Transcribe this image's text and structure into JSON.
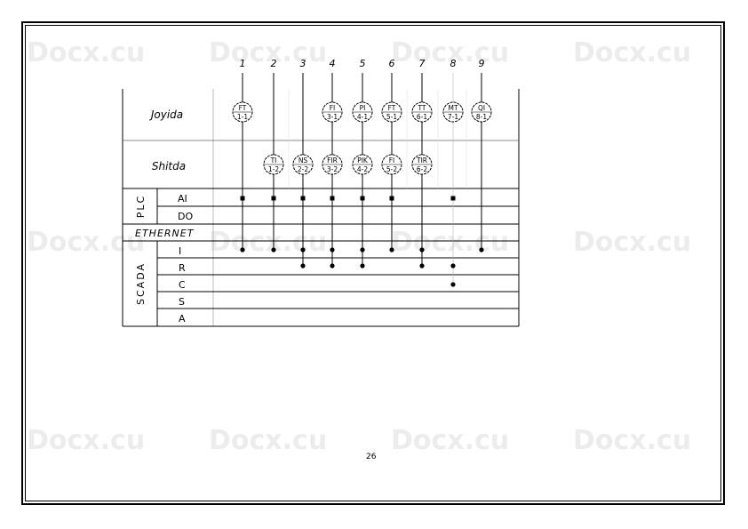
{
  "columns": [
    "1",
    "2",
    "3",
    "4",
    "5",
    "6",
    "7",
    "8",
    "9"
  ],
  "rows": {
    "joyida": "Joyida",
    "shitda": "Shitda",
    "plc": "PLC",
    "plc_rows": [
      "AI",
      "DO"
    ],
    "ethernet": "ETHERNET",
    "scada": "SCADA",
    "scada_rows": [
      "I",
      "R",
      "C",
      "S",
      "A"
    ]
  },
  "field_instruments": [
    {
      "col": 1,
      "tag": "FT",
      "num": "1-1"
    },
    {
      "col": 4,
      "tag": "FI",
      "num": "3-1"
    },
    {
      "col": 5,
      "tag": "PI",
      "num": "4-1"
    },
    {
      "col": 6,
      "tag": "FT",
      "num": "5-1"
    },
    {
      "col": 7,
      "tag": "TT",
      "num": "6-1"
    },
    {
      "col": 8,
      "tag": "MT",
      "num": "7-1"
    },
    {
      "col": 9,
      "tag": "QI",
      "num": "8-1"
    }
  ],
  "panel_instruments": [
    {
      "col": 2,
      "tag": "TI",
      "num": "1-2"
    },
    {
      "col": 3,
      "tag": "NS",
      "num": "2-2"
    },
    {
      "col": 4,
      "tag": "FIR",
      "num": "3-2"
    },
    {
      "col": 5,
      "tag": "PIK",
      "num": "4-2"
    },
    {
      "col": 6,
      "tag": "FI",
      "num": "5-2"
    },
    {
      "col": 7,
      "tag": "TIR",
      "num": "6-2"
    }
  ],
  "connections": {
    "AI": [
      1,
      2,
      3,
      4,
      5,
      6,
      8
    ],
    "I": [
      1,
      2,
      3,
      4,
      5,
      6,
      7,
      9
    ],
    "R": [
      3,
      4,
      5,
      7,
      8
    ],
    "C": [
      8
    ]
  },
  "page_number": "26",
  "watermark": "Docx.cu"
}
